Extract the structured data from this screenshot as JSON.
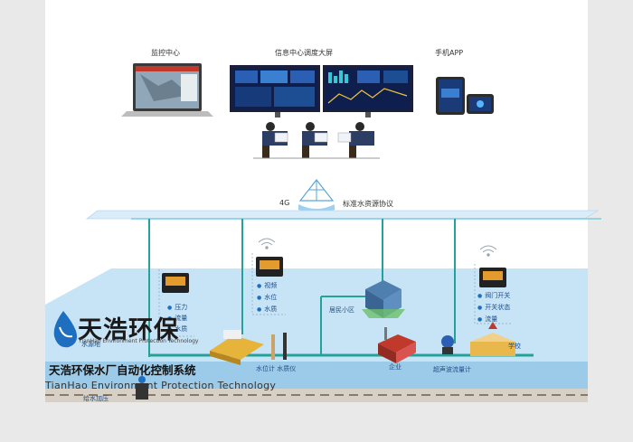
{
  "top": {
    "monitor_center": "监控中心",
    "info_screen": "信息中心调度大屏",
    "mobile_app": "手机APP"
  },
  "network": {
    "protocol_4g": "4G",
    "protocol_standard": "标准水资源协议"
  },
  "stations": {
    "left_panel": [
      "压力",
      "流量",
      "水质"
    ],
    "mid_panel": [
      "视频",
      "水位",
      "水质"
    ],
    "right_panel": [
      "阀门开关",
      "开关状态",
      "流量"
    ]
  },
  "places": {
    "water_plant": "水源地",
    "level_gauge": "水位计 水质仪",
    "residential": "居民小区",
    "enterprise": "企业",
    "ultrasonic": "超声波流量计",
    "school": "学校",
    "bottom_left": "给水加压"
  },
  "brand": {
    "name_cn": "天浩环保",
    "name_en": "TianHao Environment Protection Technology",
    "title_cn": "天浩环保水厂自动化控制系统",
    "title_en": "TianHao Environment Protection Technology"
  },
  "colors": {
    "accent": "#1e6fc0",
    "pipe": "#24a29a",
    "water": "#c7e4f7"
  }
}
